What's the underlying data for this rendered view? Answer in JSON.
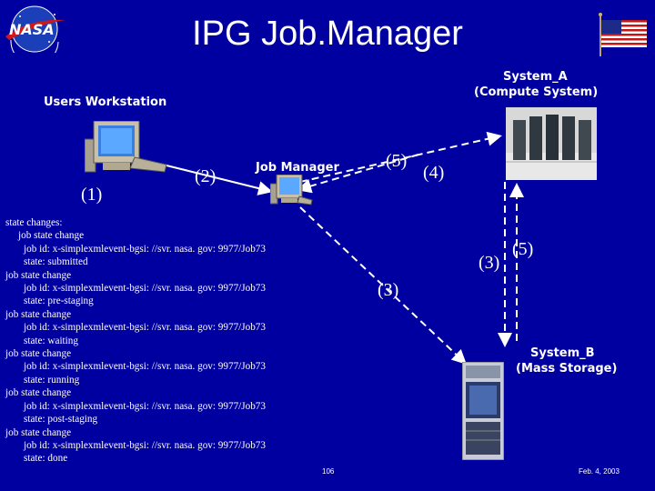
{
  "header": {
    "title": "IPG Job.Manager",
    "logo_text": "NASA"
  },
  "nodes": {
    "workstation": {
      "label": "Users Workstation"
    },
    "job_manager": {
      "label": "Job Manager"
    },
    "system_a": {
      "name": "System_A",
      "desc": "(Compute System)"
    },
    "system_b": {
      "name": "System_B",
      "desc": "(Mass Storage)"
    }
  },
  "steps": {
    "s1": "(1)",
    "s2": "(2)",
    "s5_top": "(5)",
    "s4": "(4)",
    "s3_right": "(3)",
    "s5_right": "(5)",
    "s3_mid": "(3)"
  },
  "log": {
    "header": "state changes:",
    "entries": [
      {
        "title": "job state change",
        "job": "job id: x-simplexmlevent-bgsi: //svr. nasa. gov: 9977/Job73",
        "state": "state: submitted"
      },
      {
        "title": "job state change",
        "job": "job id: x-simplexmlevent-bgsi: //svr. nasa. gov: 9977/Job73",
        "state": "state: pre-staging"
      },
      {
        "title": "job state change",
        "job": "job id: x-simplexmlevent-bgsi: //svr. nasa. gov: 9977/Job73",
        "state": "state: waiting"
      },
      {
        "title": "job state change",
        "job": "job id: x-simplexmlevent-bgsi: //svr. nasa. gov: 9977/Job73",
        "state": "state: running"
      },
      {
        "title": "job state change",
        "job": "job id: x-simplexmlevent-bgsi: //svr. nasa. gov: 9977/Job73",
        "state": "state: post-staging"
      },
      {
        "title": "job state change",
        "job": "job id: x-simplexmlevent-bgsi: //svr. nasa. gov: 9977/Job73",
        "state": "state: done"
      }
    ]
  },
  "footer": {
    "page": "106",
    "date": "Feb. 4, 2003"
  },
  "colors": {
    "background": "#0000a0",
    "arrow": "#ffffff"
  }
}
